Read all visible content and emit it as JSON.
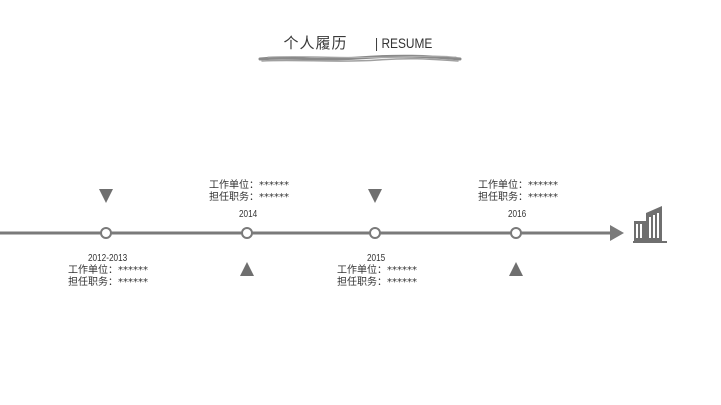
{
  "header": {
    "title": "个人履历",
    "subtitle": "| RESUME"
  },
  "colors": {
    "line": "#7a7a7a",
    "marker": "#6f6f6f",
    "dot_fill": "#ffffff"
  },
  "timeline": [
    {
      "year": "2012-2013",
      "company_line": "工作单位：******",
      "position_line": "担任职务：******"
    },
    {
      "year": "2014",
      "company_line": "工作单位：******",
      "position_line": "担任职务：******"
    },
    {
      "year": "2015",
      "company_line": "工作单位：******",
      "position_line": "担任职务：******"
    },
    {
      "year": "2016",
      "company_line": "工作单位：******",
      "position_line": "担任职务：******"
    }
  ],
  "icons": {
    "end": "building-icon",
    "down": "triangle-down-icon",
    "up": "triangle-up-icon"
  }
}
